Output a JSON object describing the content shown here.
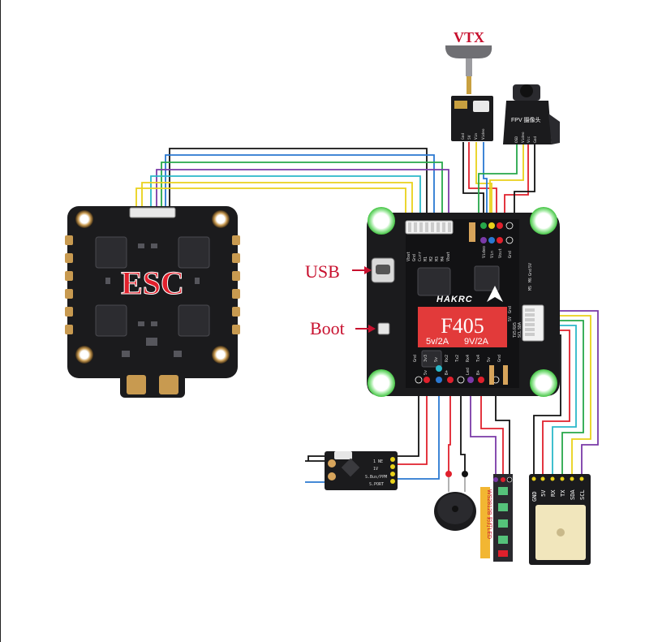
{
  "labels": {
    "vtx": "VTX",
    "fpv_camera": "FPV 摄像头",
    "esc": "ESC",
    "usb": "USB",
    "boot": "Boot",
    "brand": "HAKRC",
    "fc_model": "F405",
    "fc_power_5v": "5v/2A",
    "fc_power_9v": "9V/2A",
    "led_strip": "WS2812B 彩灯LED"
  },
  "fc_top_pads": [
    "Vbat",
    "Gnd",
    "Curr",
    "M1",
    "M2",
    "M3",
    "M4",
    "Vbat"
  ],
  "fc_vtx_pads": [
    "Video",
    "Vin",
    "Vout",
    "Gnd"
  ],
  "fc_right_pads": [
    "Gnd",
    "5V",
    "RX5",
    "TX5",
    "SDA",
    "SCL"
  ],
  "fc_right_upper_pads": [
    "Gnd",
    "5V",
    "M5",
    "M6"
  ],
  "fc_bottom_pads": [
    "Gnd",
    "3v3",
    "5v",
    "Rx2",
    "Tx2",
    "Rx4",
    "Tx4",
    "5v",
    "Gnd"
  ],
  "fc_bottom_row2": [
    "5v",
    "B+",
    "Led",
    "B+"
  ],
  "receiver_pads": [
    "1 NE",
    "1V",
    "S.Bus/PPM",
    "S.PORT"
  ],
  "vtx_pads": [
    "Gnd",
    "5V",
    "Vin",
    "Video"
  ],
  "camera_pads": [
    "OSD",
    "Video",
    "Vcc",
    "Gnd"
  ],
  "gps_pads": [
    "GND",
    "5V",
    "RX",
    "TX",
    "SDA",
    "SCL"
  ],
  "colors": {
    "wire_black": "#111111",
    "wire_red": "#e0202c",
    "wire_yellow": "#e9d11a",
    "wire_green": "#27a84a",
    "wire_blue": "#2a78d1",
    "wire_purple": "#7a3aa8",
    "wire_cyan": "#2bb8c9",
    "wire_lightgreen": "#55c27a",
    "annotation": "#c8102e",
    "pcb": "#1b1b1d",
    "pad_gold": "#d7a45b",
    "fc_badge": "#e23a3a",
    "mount_green": "#5bd25b"
  }
}
